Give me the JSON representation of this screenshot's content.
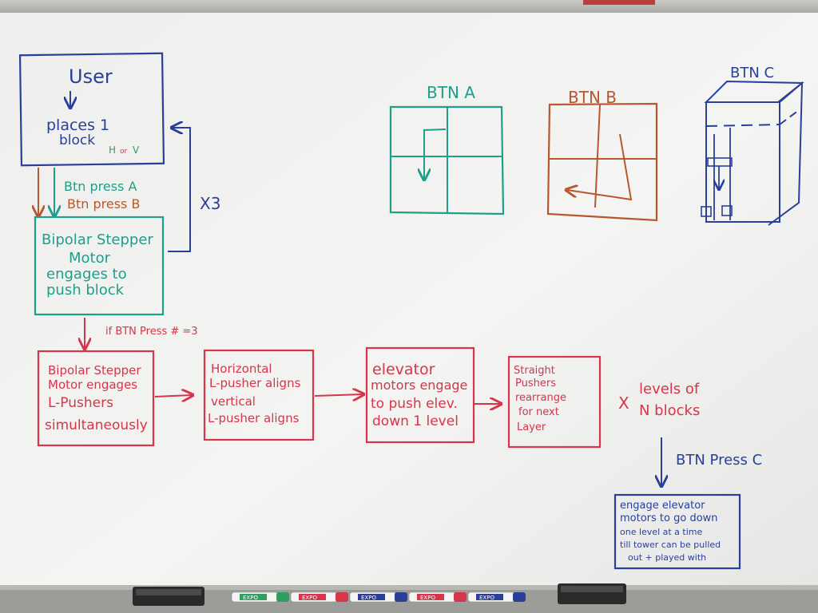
{
  "colors": {
    "blue": "#2a3f9a",
    "teal": "#1f9e8a",
    "brown": "#b8572e",
    "red": "#d6354a",
    "green": "#2f9e5e"
  },
  "user_box": {
    "line1": "User",
    "line2": "places 1",
    "line3": "block",
    "hv_h": "H",
    "hv_or": "or",
    "hv_v": "V"
  },
  "btn_press_a": "Btn press A",
  "btn_press_b": "Btn press B",
  "repeat_label": "X3",
  "stepper_box": {
    "line1": "Bipolar Stepper",
    "line2": "Motor",
    "line3": "engages to",
    "line4": "push block"
  },
  "condition": "if BTN Press # =3",
  "flow": [
    {
      "l1": "Bipolar Stepper",
      "l2": "Motor engages",
      "l3": "L-Pushers",
      "l4": "simultaneously"
    },
    {
      "l1": "Horizontal",
      "l2": "L-pusher aligns",
      "l3": "vertical",
      "l4": "L-pusher aligns"
    },
    {
      "l1": "elevator",
      "l2": "motors engage",
      "l3": "to push elev.",
      "l4": "down 1 level"
    },
    {
      "l1": "Straight",
      "l2": "Pushers",
      "l3": "rearrange",
      "l4": "for next",
      "l5": "Layer"
    }
  ],
  "levels": {
    "x": "X",
    "l1": "levels of",
    "l2": "N blocks"
  },
  "btn_press_c": "BTN Press C",
  "final_box": {
    "l1": "engage elevator",
    "l2": "motors to go down",
    "l3": "one level at a time",
    "l4": "till tower can be pulled",
    "l5": "out + played with"
  },
  "btn_a_label": "BTN A",
  "btn_b_label": "BTN B",
  "btn_c_label": "BTN C",
  "markers": [
    {
      "label": "EXPO",
      "color": "#2f9e5e"
    },
    {
      "label": "EXPO",
      "color": "#d6354a"
    },
    {
      "label": "EXPO",
      "color": "#2a3f9a"
    },
    {
      "label": "EXPO",
      "color": "#d6354a"
    },
    {
      "label": "EXPO",
      "color": "#2a3f9a"
    }
  ]
}
